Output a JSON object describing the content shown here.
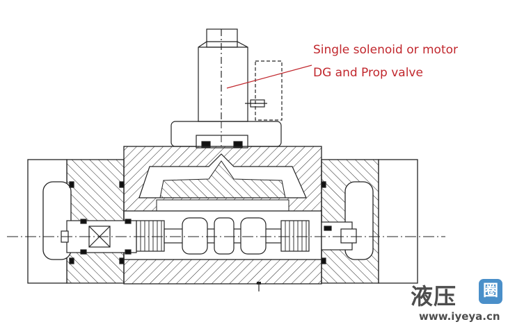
{
  "annotation": {
    "line1": "Single solenoid or motor",
    "line2": "DG and Prop valve",
    "color": "#c1272d"
  },
  "watermark": {
    "name_cn": "液压",
    "badge_char": "圈",
    "url": "www.iyeya.cn",
    "badge_color": "#4a8fc9"
  }
}
